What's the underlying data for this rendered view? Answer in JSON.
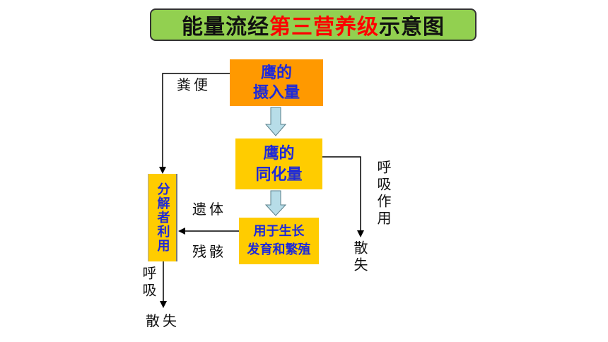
{
  "title": {
    "part1": "能量流经",
    "part2": "第三营养级",
    "part3": "示意图"
  },
  "boxes": {
    "intake_l1": "鹰的",
    "intake_l2": "摄入量",
    "assimilation_l1": "鹰的",
    "assimilation_l2": "同化量",
    "growth_l1": "用于生长",
    "growth_l2": "发育和繁殖",
    "decomposer": "分解者利用"
  },
  "labels": {
    "feces": "粪便",
    "remains": "遗体",
    "residue": "残骸",
    "respiration_right": "呼吸作用",
    "dissipate_right": "散失",
    "respiration_left": "呼吸",
    "dissipate_left": "散失"
  },
  "colors": {
    "title_bg": "#92d050",
    "title_highlight": "#ff0000",
    "intake_box": "#ff9900",
    "flow_box": "#ffcc00",
    "box_text": "#1f2ad8",
    "block_arrow": "#b7dde8"
  }
}
